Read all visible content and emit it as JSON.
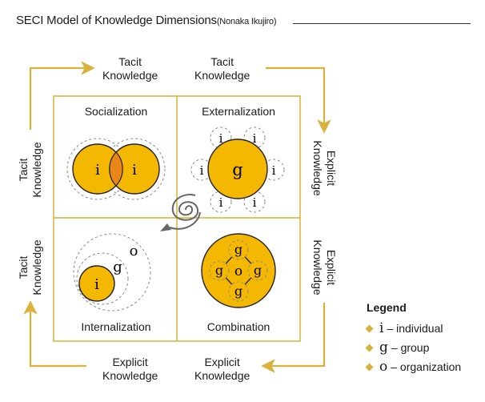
{
  "title": {
    "main": "SECI Model of Knowledge Dimensions",
    "sub": "(Nonaka Ikujiro)"
  },
  "edge_labels": {
    "top_left": [
      "Tacit",
      "Knowledge"
    ],
    "top_right": [
      "Tacit",
      "Knowledge"
    ],
    "right_top": [
      "Explicit",
      "Knowledge"
    ],
    "right_bottom": [
      "Explicit",
      "Knowledge"
    ],
    "bottom_right": [
      "Explicit",
      "Knowledge"
    ],
    "bottom_left": [
      "Explicit",
      "Knowledge"
    ],
    "left_bottom": [
      "Tacit",
      "Knowledge"
    ],
    "left_top": [
      "Tacit",
      "Knowledge"
    ]
  },
  "quadrants": {
    "socialization": "Socialization",
    "externalization": "Externalization",
    "internalization": "Internalization",
    "combination": "Combination"
  },
  "symbols": {
    "individual": "i",
    "group": "g",
    "organization": "o"
  },
  "legend": {
    "title": "Legend",
    "items": [
      {
        "symbol": "i",
        "label": "– individual"
      },
      {
        "symbol": "g",
        "label": "– group"
      },
      {
        "symbol": "o",
        "label": "– organization"
      }
    ]
  },
  "colors": {
    "accent": "#d8b23a",
    "fill": "#f5b800",
    "overlap": "#e8861a",
    "outline": "#222222",
    "dashed": "#8a8a8a"
  }
}
